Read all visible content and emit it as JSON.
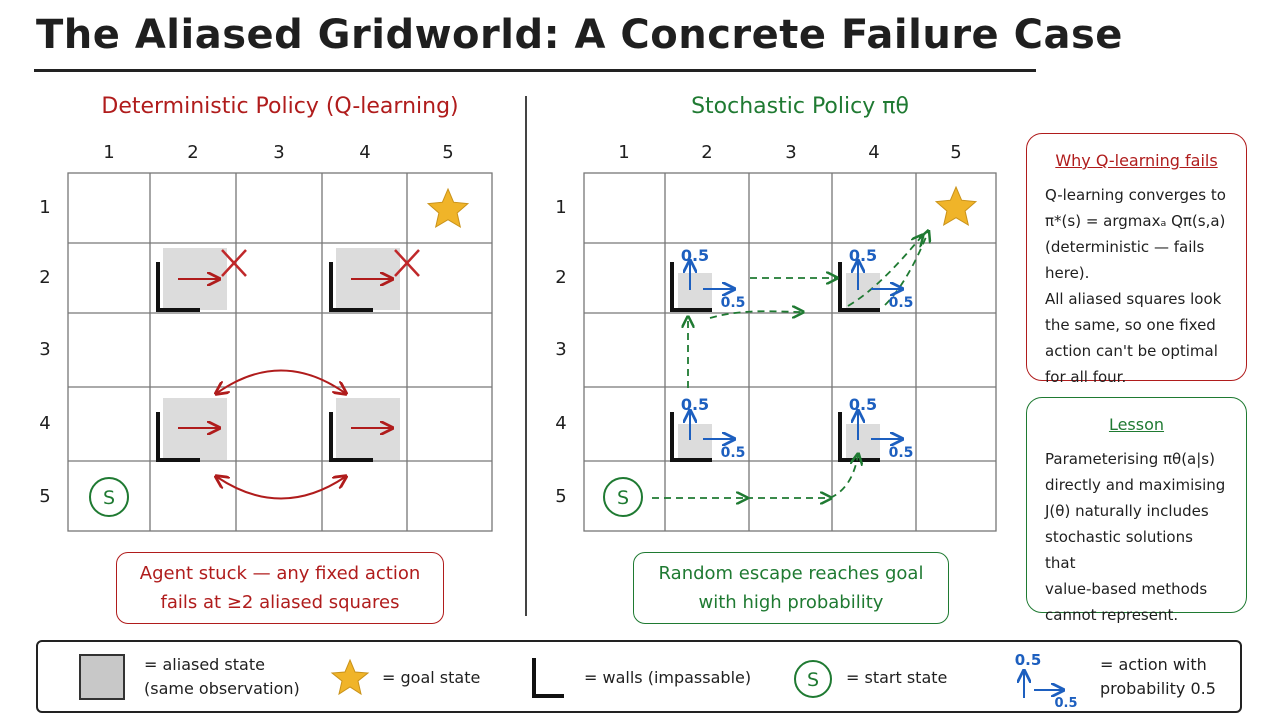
{
  "title": "The Aliased Gridworld: A Concrete Failure Case",
  "left_panel": {
    "title": "Deterministic Policy (Q-learning)",
    "note_line1": "Agent stuck — any fixed action",
    "note_line2": "fails at ≥2 aliased squares"
  },
  "right_panel": {
    "title": "Stochastic Policy πθ",
    "note_line1": "Random escape reaches goal",
    "note_line2": "with high probability",
    "prob_label": "0.5"
  },
  "grid": {
    "col_labels": [
      "1",
      "2",
      "3",
      "4",
      "5"
    ],
    "row_labels": [
      "1",
      "2",
      "3",
      "4",
      "5"
    ],
    "start_label": "S"
  },
  "why_box": {
    "heading": "Why Q-learning fails",
    "lines": [
      "Q-learning converges to",
      "π*(s) = argmaxₐ Qπ(s,a)",
      "(deterministic — fails here).",
      "All aliased squares look",
      "the same, so one fixed",
      "action can't be optimal",
      "for all four."
    ]
  },
  "lesson_box": {
    "heading": "Lesson",
    "lines": [
      "Parameterising πθ(a|s)",
      "directly and maximising",
      "J(θ) naturally includes",
      "stochastic solutions that",
      "value-based methods",
      "cannot represent."
    ]
  },
  "legend": {
    "aliased_line1": "= aliased state",
    "aliased_line2": "(same observation)",
    "goal": "= goal state",
    "walls": "= walls (impassable)",
    "start_symbol": "S",
    "start": "= start state",
    "prob_value": "0.5",
    "action_line1": "= action with",
    "action_line2": "probability 0.5"
  },
  "colors": {
    "red": "#b01c1c",
    "green": "#1f7a32",
    "blue": "#1d5fbf",
    "star": "#f0b429",
    "aliased": "#dcdcdc"
  }
}
